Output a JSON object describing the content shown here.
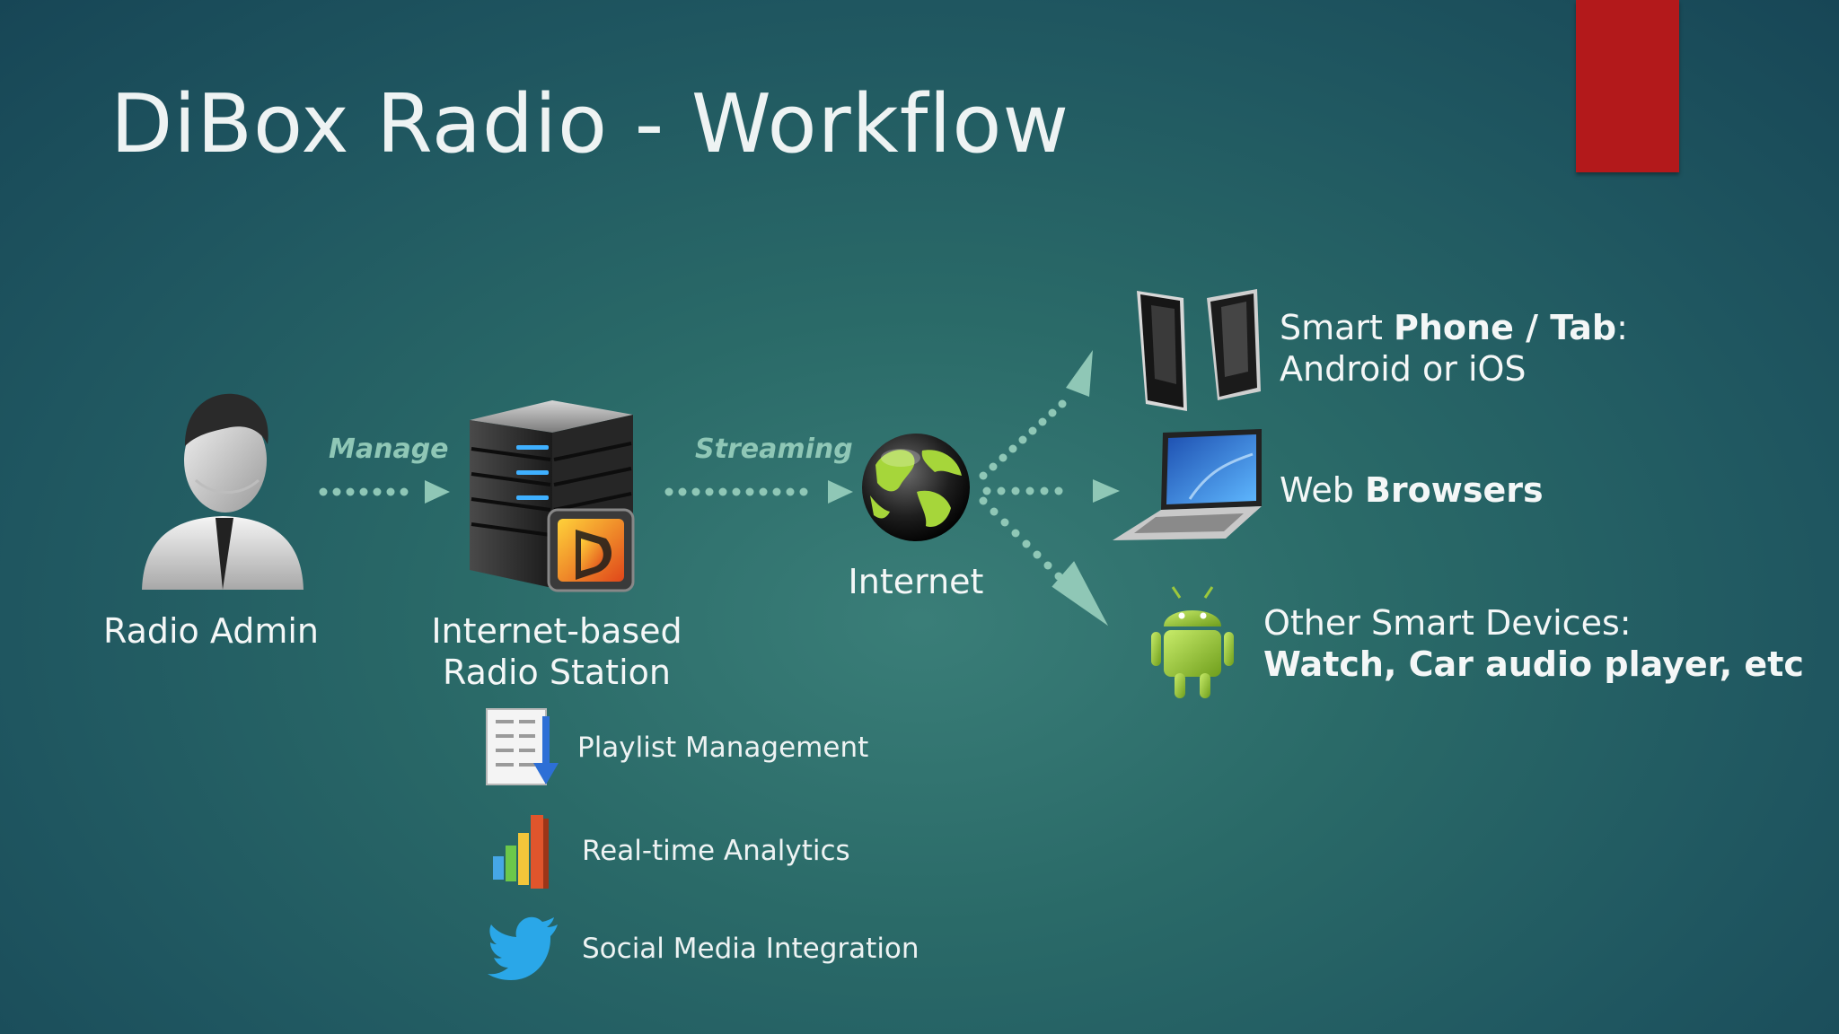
{
  "title": "DiBox Radio - Workflow",
  "colors": {
    "accent_red": "#b3191b",
    "arrow_green": "#8fc7b6",
    "text": "#f2f6f6"
  },
  "nodes": {
    "admin": {
      "label": "Radio Admin",
      "icon": "admin-person-icon"
    },
    "station": {
      "label_line1": "Internet-based",
      "label_line2": "Radio Station",
      "icon": "server-icon"
    },
    "internet": {
      "label": "Internet",
      "icon": "globe-icon"
    }
  },
  "edges": {
    "manage": "Manage",
    "streaming": "Streaming"
  },
  "features": [
    {
      "label": "Playlist Management",
      "icon": "playlist-icon"
    },
    {
      "label": "Real-time Analytics",
      "icon": "bar-chart-icon"
    },
    {
      "label": "Social Media Integration",
      "icon": "twitter-bird-icon"
    }
  ],
  "devices": {
    "phone": {
      "pre": "Smart ",
      "bold1": "Phone",
      "mid": " / ",
      "bold2": "Tab",
      "post": ":",
      "line2": "Android or iOS",
      "icon": "smartphone-icon"
    },
    "browser": {
      "pre": "Web ",
      "bold": "Browsers",
      "icon": "laptop-icon"
    },
    "other": {
      "line1": "Other Smart Devices:",
      "line2": "Watch, Car audio player, etc",
      "icon": "android-robot-icon"
    }
  }
}
